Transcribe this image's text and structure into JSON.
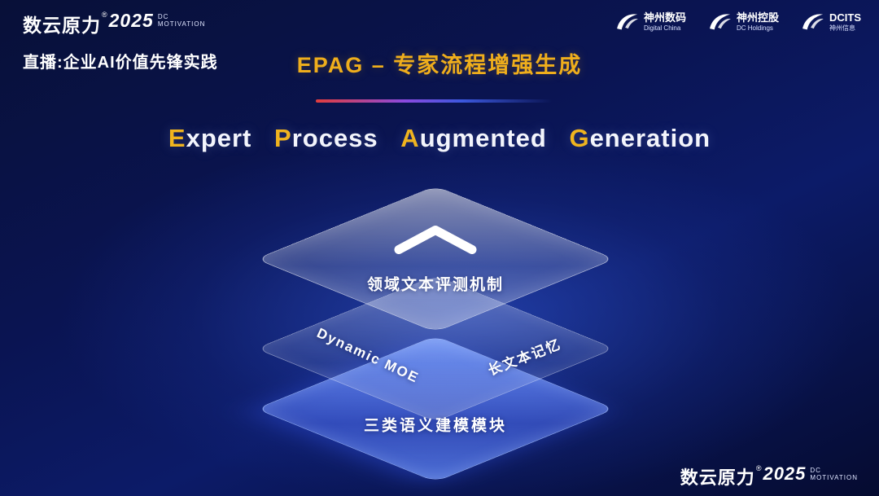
{
  "brand": {
    "name": "数云原力",
    "reg": "®",
    "year": "2025",
    "sub_top": "DC",
    "sub_bottom": "MOTIVATION"
  },
  "header": {
    "live_label": "直播:企业AI价值先锋实践",
    "title": "EPAG – 专家流程增强生成"
  },
  "partners": [
    {
      "name": "神州数码",
      "sub": "Digital China"
    },
    {
      "name": "神州控股",
      "sub": "DC Holdings"
    },
    {
      "name": "DCITS",
      "sub": "神州信息"
    }
  ],
  "title_en": {
    "words": [
      {
        "cap": "E",
        "rest": "xpert"
      },
      {
        "cap": "P",
        "rest": "rocess"
      },
      {
        "cap": "A",
        "rest": "ugmented"
      },
      {
        "cap": "G",
        "rest": "eneration"
      }
    ]
  },
  "diagram": {
    "top_label": "领域文本评测机制",
    "mid_left_label": "Dynamic MOE",
    "mid_right_label": "长文本记忆",
    "bottom_label": "三类语义建模模块"
  },
  "colors": {
    "gold": "#f0b41e",
    "background_deep": "#081038",
    "background_glow": "#3056d2",
    "layer_blue": "#4a6aee",
    "divider_red": "#e23d3d",
    "divider_blue": "#3c58de"
  }
}
